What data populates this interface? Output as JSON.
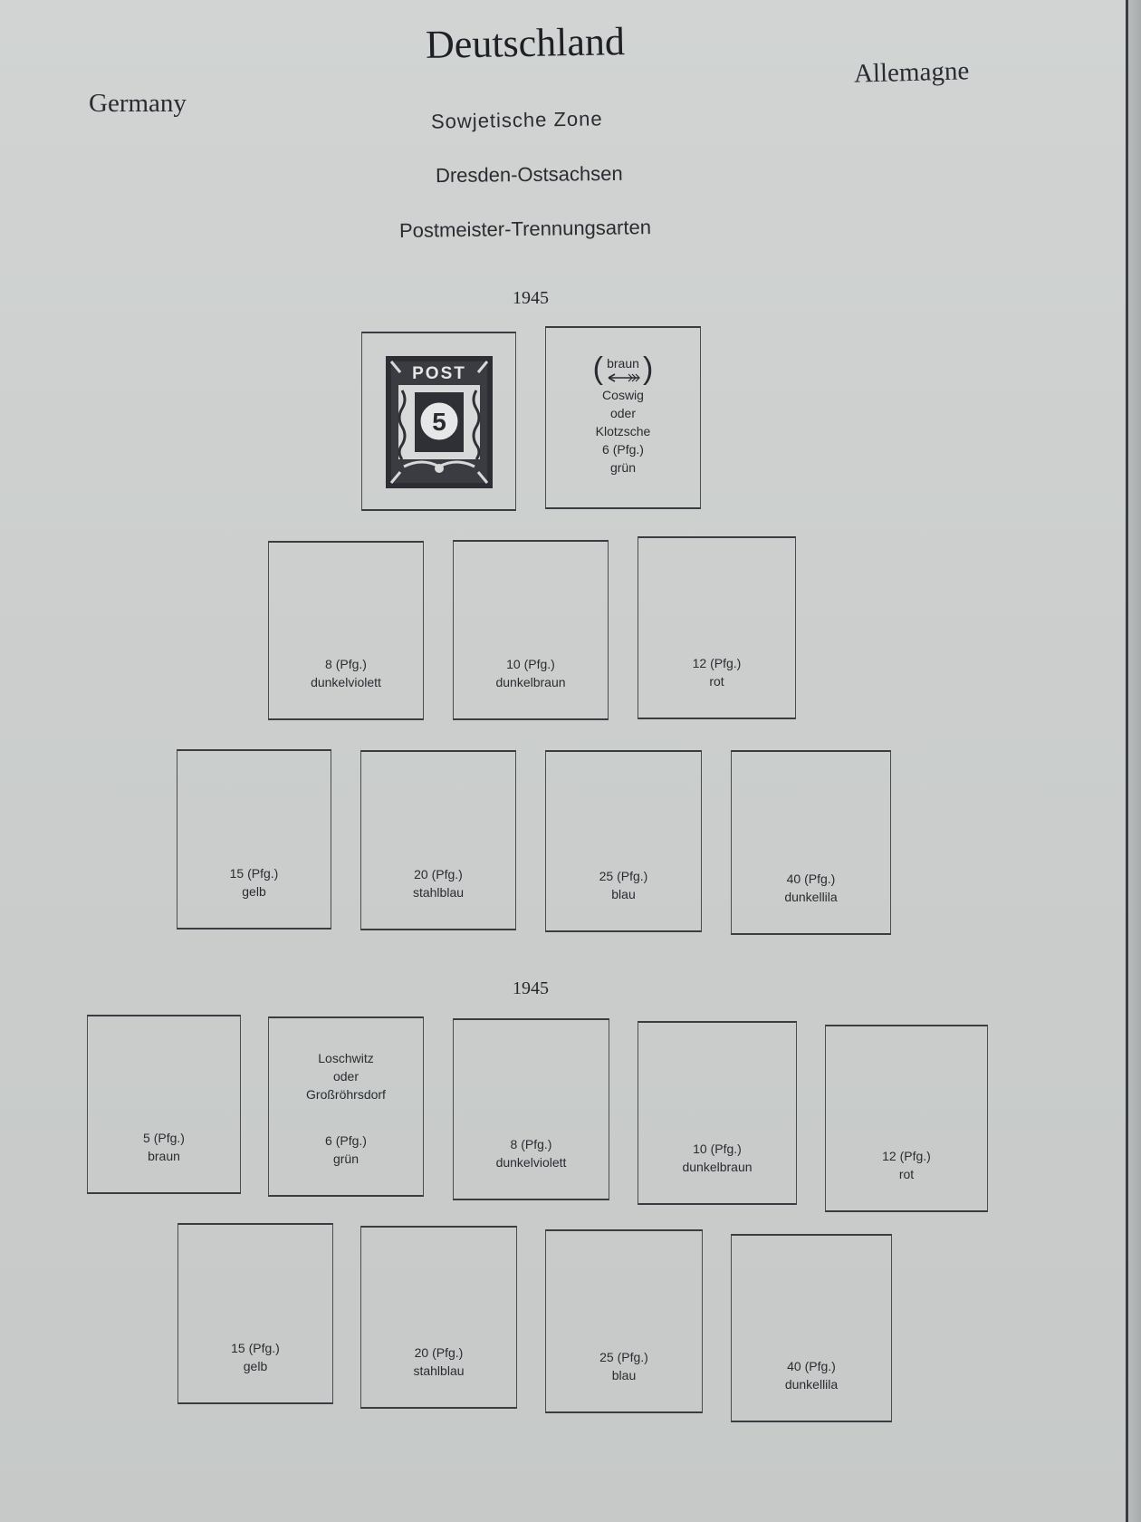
{
  "header": {
    "title": "Deutschland",
    "lang_en": "Germany",
    "lang_fr": "Allemagne",
    "sub1": "Sowjetische Zone",
    "sub2": "Dresden-Ostsachsen",
    "sub3": "Postmeister-Trennungsarten"
  },
  "section1": {
    "year": "1945",
    "stamp": {
      "word": "POST",
      "value": "5"
    },
    "note": {
      "color_note": "braun",
      "arrow_icon": "arrow-left-icon",
      "line1": "Coswig",
      "line2": "oder",
      "line3": "Klotzsche",
      "line4": "6 (Pfg.)",
      "line5": "grün"
    },
    "row2": [
      {
        "value": "8 (Pfg.)",
        "color": "dunkelviolett"
      },
      {
        "value": "10 (Pfg.)",
        "color": "dunkelbraun"
      },
      {
        "value": "12 (Pfg.)",
        "color": "rot"
      }
    ],
    "row3": [
      {
        "value": "15 (Pfg.)",
        "color": "gelb"
      },
      {
        "value": "20 (Pfg.)",
        "color": "stahlblau"
      },
      {
        "value": "25 (Pfg.)",
        "color": "blau"
      },
      {
        "value": "40 (Pfg.)",
        "color": "dunkellila"
      }
    ]
  },
  "section2": {
    "year": "1945",
    "row1": [
      {
        "value": "5 (Pfg.)",
        "color": "braun"
      },
      {
        "top1": "Loschwitz",
        "top2": "oder",
        "top3": "Großröhrsdorf",
        "value": "6 (Pfg.)",
        "color": "grün"
      },
      {
        "value": "8 (Pfg.)",
        "color": "dunkelviolett"
      },
      {
        "value": "10 (Pfg.)",
        "color": "dunkelbraun"
      },
      {
        "value": "12 (Pfg.)",
        "color": "rot"
      }
    ],
    "row2": [
      {
        "value": "15 (Pfg.)",
        "color": "gelb"
      },
      {
        "value": "20 (Pfg.)",
        "color": "stahlblau"
      },
      {
        "value": "25 (Pfg.)",
        "color": "blau"
      },
      {
        "value": "40 (Pfg.)",
        "color": "dunkellila"
      }
    ]
  }
}
